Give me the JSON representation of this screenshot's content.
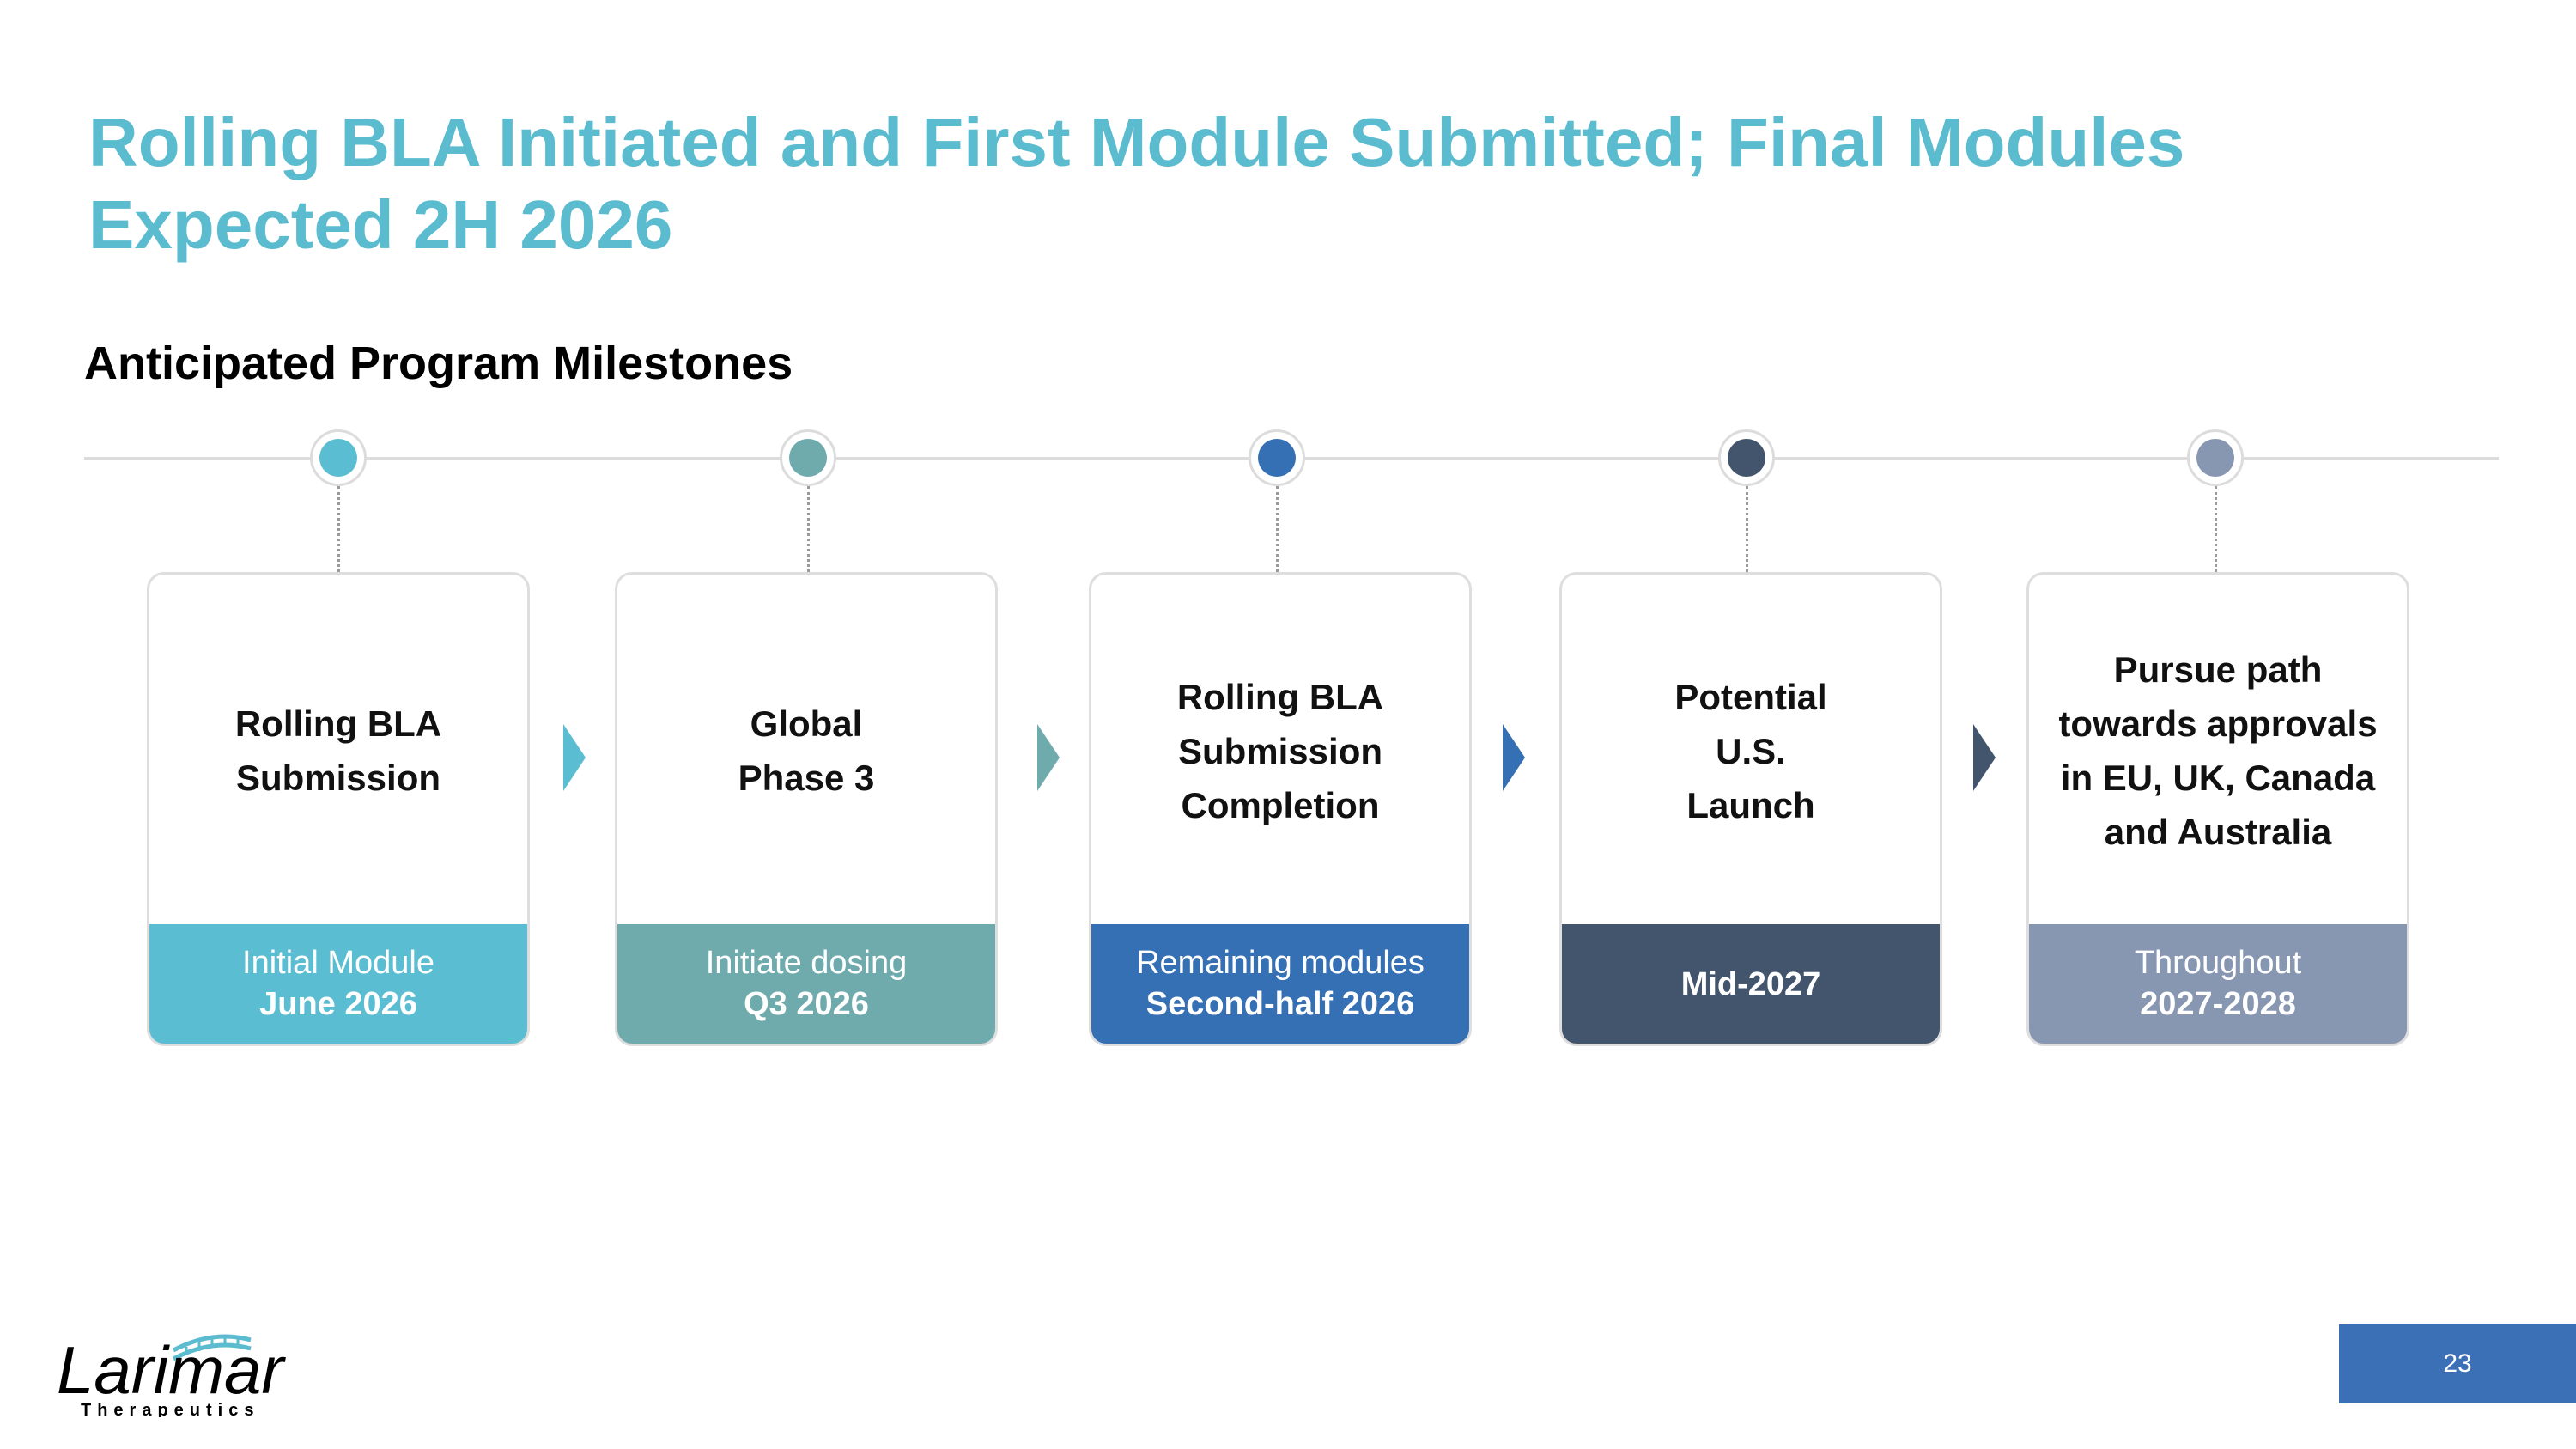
{
  "slide": {
    "title": "Rolling BLA Initiated and First Module Submitted; Final Modules Expected 2H 2026",
    "subtitle": "Anticipated Program Milestones",
    "page_number": "23"
  },
  "milestones": [
    {
      "title": "Rolling BLA Submission",
      "label": "Initial Module",
      "date": "June 2026",
      "color": "#5bbdd2"
    },
    {
      "title": "Global Phase 3",
      "label": "Initiate dosing",
      "date": "Q3 2026",
      "color": "#6faaad"
    },
    {
      "title": "Rolling BLA Submission Completion",
      "label": "Remaining modules",
      "date": "Second-half 2026",
      "color": "#356fb4"
    },
    {
      "title": "Potential U.S. Launch",
      "label": "",
      "date": "Mid-2027",
      "color": "#43546d"
    },
    {
      "title": "Pursue path towards approvals in EU, UK, Canada and Australia",
      "label": "Throughout",
      "date": "2027-2028",
      "color": "#8796b1"
    }
  ],
  "colors": {
    "title": "#5bbccf",
    "timeline_line": "#dcdcdc",
    "page_box": "#3b6fb6"
  },
  "logo": {
    "name": "Larimar",
    "tagline": "Therapeutics",
    "icon": "dna-helix-icon"
  }
}
